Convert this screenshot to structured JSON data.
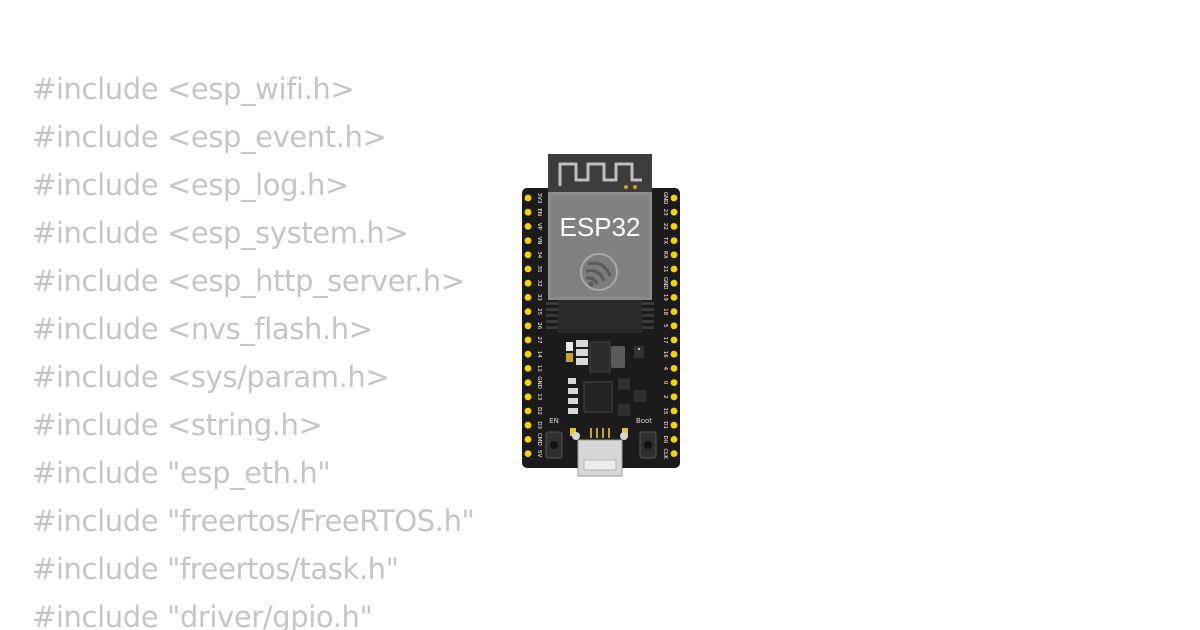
{
  "code": {
    "lines": [
      "#include <esp_wifi.h>",
      "#include <esp_event.h>",
      "#include <esp_log.h>",
      "#include <esp_system.h>",
      "#include <esp_http_server.h>",
      "#include <nvs_flash.h>",
      "#include <sys/param.h>",
      "#include <string.h>",
      "#include \"esp_eth.h\"",
      "#include \"freertos/FreeRTOS.h\"",
      "#include \"freertos/task.h\"",
      "#include \"driver/gpio.h\""
    ]
  },
  "board": {
    "chip_label": "ESP32",
    "left_pins": [
      "3V3",
      "EN",
      "VP",
      "VN",
      "34",
      "35",
      "32",
      "33",
      "25",
      "26",
      "27",
      "14",
      "12",
      "GND",
      "13",
      "D2",
      "D3",
      "CMD",
      "5V"
    ],
    "right_pins": [
      "GND",
      "23",
      "22",
      "TX",
      "RX",
      "21",
      "GND",
      "19",
      "18",
      "5",
      "17",
      "16",
      "4",
      "0",
      "2",
      "15",
      "D1",
      "D0",
      "CLK"
    ],
    "en_label": "EN",
    "boot_label": "Boot"
  },
  "colors": {
    "code_text": "#c5c5c5",
    "board": "#1b1b1b",
    "pin": "#f2d400",
    "shield": "#8c8c8c",
    "shield_inner": "#6e6e6e"
  }
}
